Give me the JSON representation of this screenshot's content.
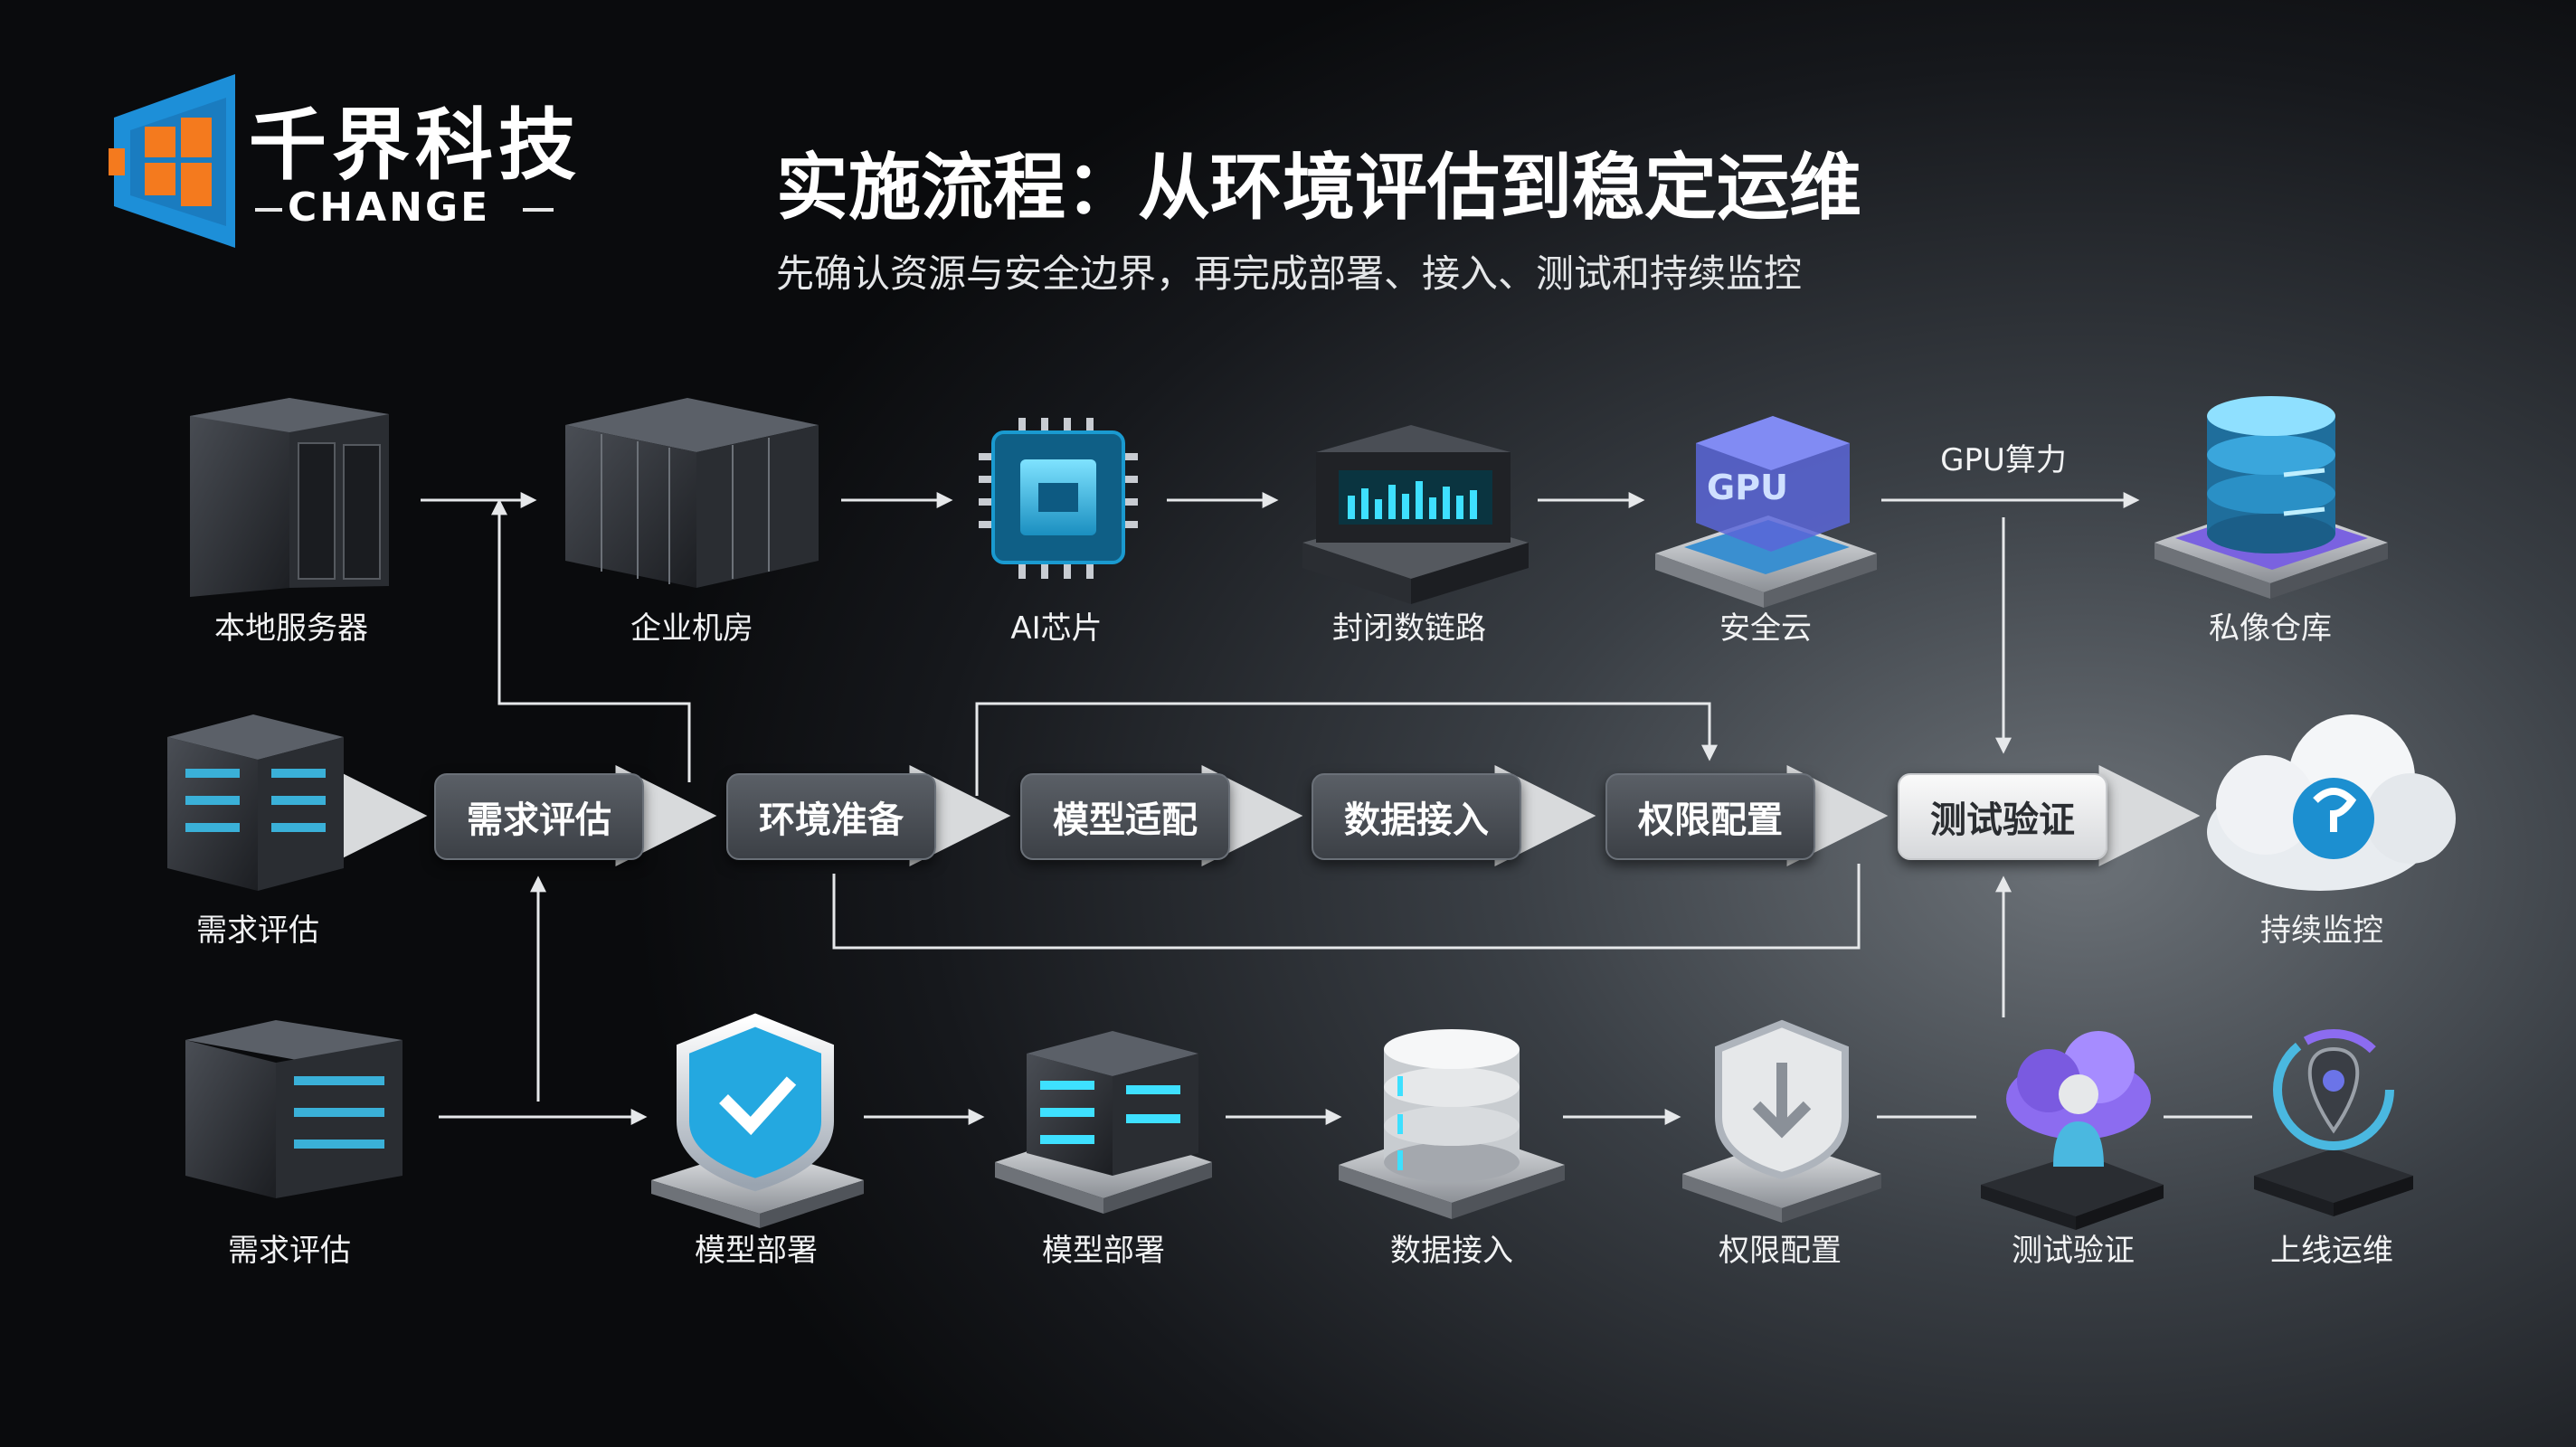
{
  "brand": {
    "name_cn": "千界科技",
    "name_en": "CHANGE"
  },
  "title": "实施流程：从环境评估到稳定运维",
  "subtitle": "先确认资源与安全边界，再完成部署、接入、测试和持续监控",
  "top_row": [
    {
      "label": "本地服务器",
      "icon": "server-cabinet-icon"
    },
    {
      "label": "企业机房",
      "icon": "server-rack-icon"
    },
    {
      "label": "AI芯片",
      "icon": "ai-chip-icon"
    },
    {
      "label": "封闭数链路",
      "icon": "network-appliance-icon"
    },
    {
      "label": "安全云",
      "icon": "gpu-cube-icon"
    },
    {
      "label": "私像仓库",
      "icon": "database-stack-icon"
    }
  ],
  "gpu_label": "GPU算力",
  "gpu_icon_text": "GPU",
  "middle_row": {
    "left_label": "需求评估",
    "steps": [
      "需求评估",
      "环境准备",
      "模型适配",
      "数据接入",
      "权限配置",
      "测试验证"
    ],
    "right_label": "持续监控"
  },
  "bottom_row": [
    {
      "label": "需求评估",
      "icon": "server-cabinet-icon"
    },
    {
      "label": "模型部署",
      "icon": "shield-check-icon"
    },
    {
      "label": "模型部署",
      "icon": "server-stack-icon"
    },
    {
      "label": "数据接入",
      "icon": "database-icon"
    },
    {
      "label": "权限配置",
      "icon": "shield-download-icon"
    },
    {
      "label": "测试验证",
      "icon": "cloud-user-icon"
    },
    {
      "label": "上线运维",
      "icon": "location-gauge-icon"
    }
  ],
  "colors": {
    "accent": "#28b4e0",
    "brand_orange": "#f47a1e",
    "brand_blue": "#1d8fd8",
    "purple": "#8c6cf0"
  }
}
